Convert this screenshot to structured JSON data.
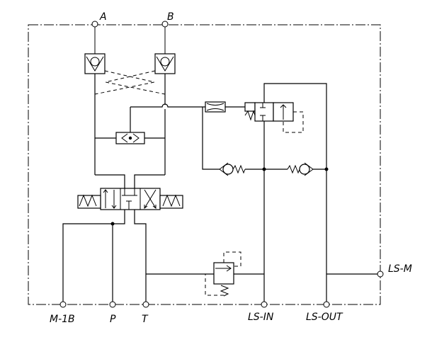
{
  "ports": {
    "A": "A",
    "B": "B",
    "M1B": "M-1B",
    "P": "P",
    "T": "T",
    "LS_IN": "LS-IN",
    "LS_OUT": "LS-OUT",
    "LS_M": "LS-M"
  },
  "colors": {
    "line": "#000000",
    "background": "#ffffff"
  }
}
